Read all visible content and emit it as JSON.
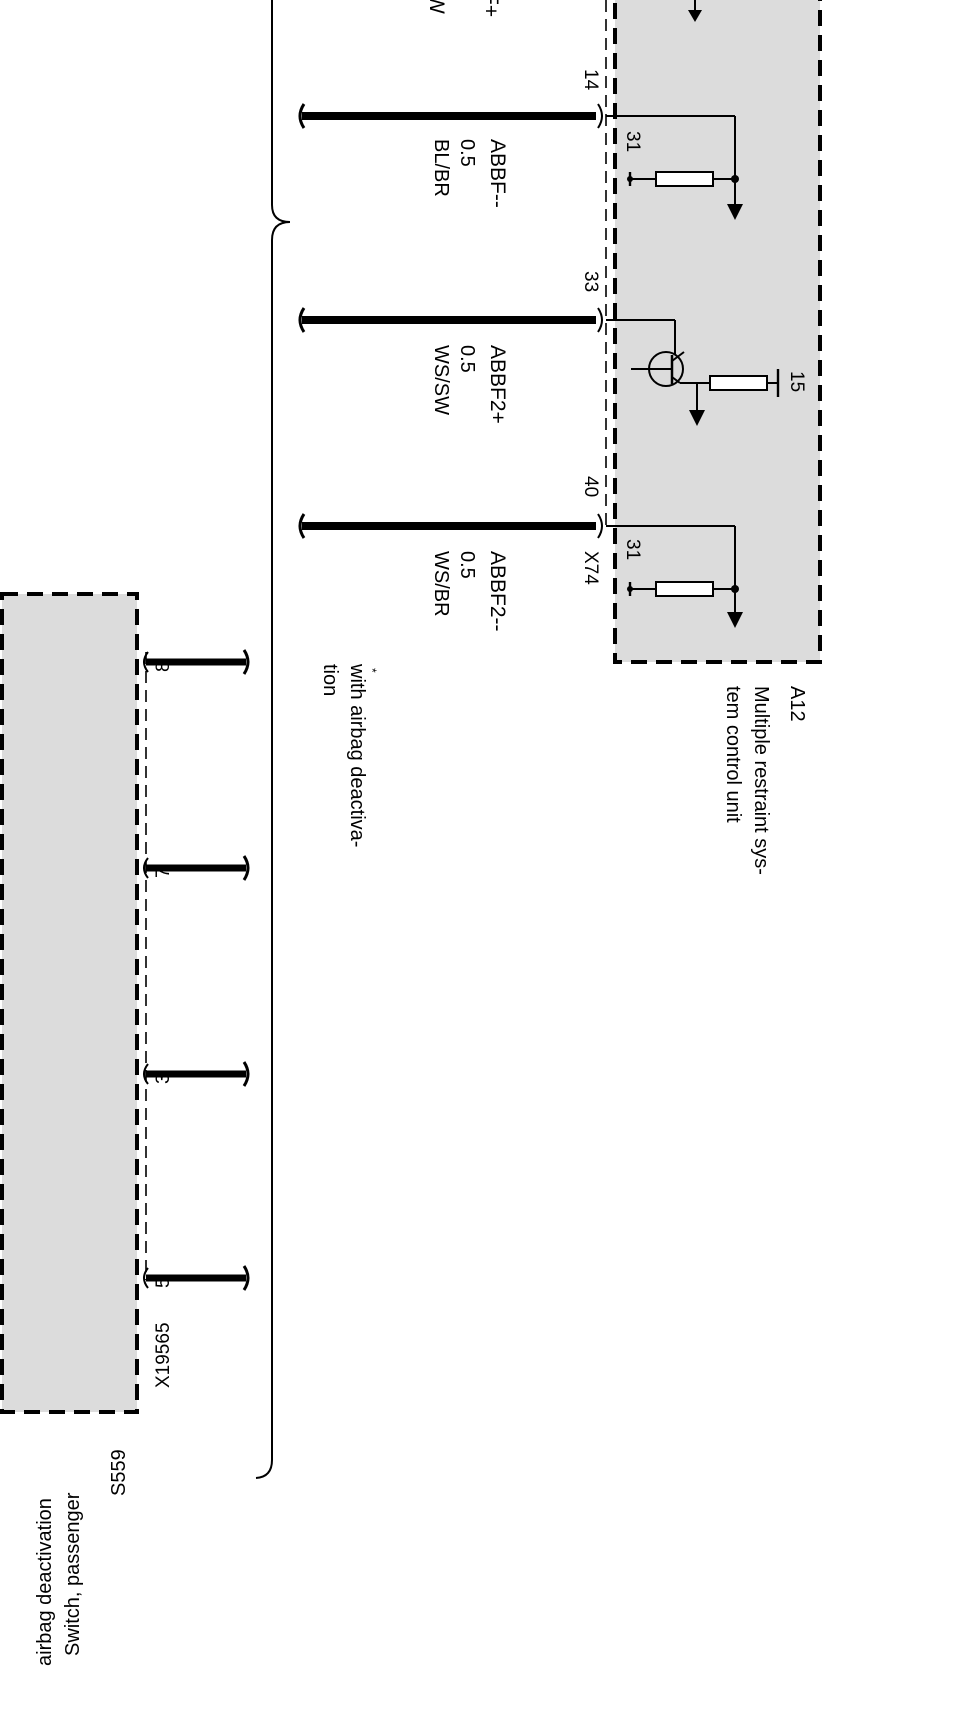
{
  "control_unit": {
    "id": "A12",
    "name_line1": "Multiple restraint sys-",
    "name_line2": "tem  control unit",
    "connector": "X74",
    "fill": "#dcdcdc"
  },
  "switch": {
    "id": "S559",
    "name_line1": "Switch, passenger",
    "name_line2": "airbag deactivation",
    "connector": "X19565",
    "fill": "#dcdcdc"
  },
  "top_partial": {
    "wire_label_right": "F+",
    "wire_label_left": "W"
  },
  "wires": [
    {
      "pin": "14",
      "name": "ABBF--",
      "size": "0.5",
      "color": "BL/BR"
    },
    {
      "pin": "33",
      "name": "ABBF2+",
      "size": "0.5",
      "color": "WS/SW"
    },
    {
      "pin": "40",
      "name": "ABBF2--",
      "size": "0.5",
      "color": "WS/BR"
    }
  ],
  "internal": {
    "ground_label_1": "31",
    "supply_label": "15",
    "ground_label_2": "31"
  },
  "switch_pins": [
    "8",
    "7",
    "3",
    "5"
  ],
  "note": {
    "marker": "*",
    "line1": "with airbag deactiva-",
    "line2": "tion"
  }
}
